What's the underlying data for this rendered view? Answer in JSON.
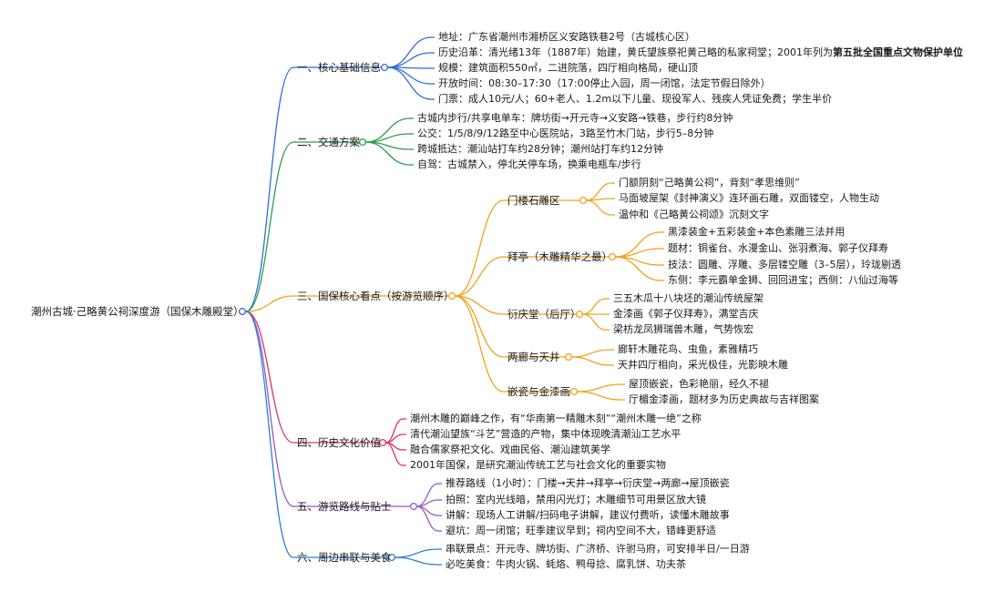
{
  "mindmap": {
    "root": {
      "label": "潮州古城·己略黄公祠深度游（国保木雕殿堂）"
    },
    "colors": {
      "b1": "#2f6fd6",
      "b2": "#2e9e4f",
      "b3": "#f0a31a",
      "b4": "#d9345e",
      "b5": "#9a55c9",
      "b6": "#2a7fd4"
    },
    "branches": [
      {
        "label": "一、核心基础信息",
        "leaves": [
          {
            "text": "地址：广东省潮州市湘桥区义安路铁巷2号（古城核心区）"
          },
          {
            "text": "历史沿革：清光绪13年（1887年）始建，黄氏望族祭祀黄己略的私家祠堂；2001年列为",
            "bold": "第五批全国重点文物保护单位"
          },
          {
            "text": "规模：建筑面积550㎡，二进院落，四厅相向格局，硬山顶"
          },
          {
            "text": "开放时间：08:30–17:30（17:00停止入园，周一闭馆，法定节假日除外）"
          },
          {
            "text": "门票：成人10元/人；60+老人、1.2m以下儿童、现役军人、残疾人凭证免费；学生半价"
          }
        ]
      },
      {
        "label": "二、交通方案",
        "leaves": [
          {
            "text": "古城内步行/共享电单车：牌坊街→开元寺→义安路→铁巷，步行约8分钟"
          },
          {
            "text": "公交：1/5/8/9/12路至中心医院站，3路至竹木门站，步行5–8分钟"
          },
          {
            "text": "跨城抵达：潮汕站打车约28分钟；潮州站打车约12分钟"
          },
          {
            "text": "自驾：古城禁入，停北关停车场，换乘电瓶车/步行"
          }
        ]
      },
      {
        "label": "三、国保核心看点（按游览顺序）",
        "subs": [
          {
            "label": "门楼石雕区",
            "leaves": [
              "门额阴刻“己略黄公祠”，背刻“孝思维则”",
              "马面坡屋架《封神演义》连环画石雕，双面镂空，人物生动",
              "温仲和《己略黄公祠颂》沉刻文字"
            ]
          },
          {
            "label": "拜亭（木雕精华之最）",
            "leaves": [
              "黑漆装金+五彩装金+本色素雕三法并用",
              "题材：铜雀台、水漫金山、张羽煮海、郭子仪拜寿",
              "技法：圆雕、浮雕、多层镂空雕（3–5层），玲珑剔透",
              "东侧：李元霸单金狮、回回进宝；西侧：八仙过海等"
            ]
          },
          {
            "label": "衍庆堂（后厅）",
            "leaves": [
              "三五木瓜十八块坯的潮汕传统屋架",
              "金漆画《郭子仪拜寿》，满堂吉庆",
              "梁枋龙凤狮瑞兽木雕，气势恢宏"
            ]
          },
          {
            "label": "两廊与天井",
            "leaves": [
              "廊轩木雕花鸟、虫鱼，素雅精巧",
              "天井四厅相向，采光极佳，光影映木雕"
            ]
          },
          {
            "label": "嵌瓷与金漆画",
            "leaves": [
              "屋顶嵌瓷，色彩艳丽，经久不褪",
              "厅楣金漆画，题材多为历史典故与吉祥图案"
            ]
          }
        ]
      },
      {
        "label": "四、历史文化价值",
        "leaves": [
          {
            "text": "潮州木雕的巅峰之作，有“华南第一精雕木刻”“潮州木雕一绝”之称"
          },
          {
            "text": "清代潮汕望族“斗艺”营造的产物，集中体现晚清潮汕工艺水平"
          },
          {
            "text": "融合儒家祭祀文化、戏曲民俗、潮汕建筑美学"
          },
          {
            "text": "2001年国保，是研究潮汕传统工艺与社会文化的重要实物"
          }
        ]
      },
      {
        "label": "五、游览路线与贴士",
        "leaves": [
          {
            "text": "推荐路线（1小时）：门楼→天井→拜亭→衍庆堂→两廊→屋顶嵌瓷"
          },
          {
            "text": "拍照：室内光线暗，禁用闪光灯；木雕细节可用景区放大镜"
          },
          {
            "text": "讲解：现场人工讲解/扫码电子讲解，建议付费听，读懂木雕故事"
          },
          {
            "text": "避坑：周一闭馆；旺季建议早到；祠内空间不大，错峰更舒适"
          }
        ]
      },
      {
        "label": "六、周边串联与美食",
        "leaves": [
          {
            "text": "串联景点：开元寺、牌坊街、广济桥、许驸马府，可安排半日/一日游"
          },
          {
            "text": "必吃美食：牛肉火锅、蚝烙、鸭母捻、腐乳饼、功夫茶"
          }
        ]
      }
    ]
  }
}
